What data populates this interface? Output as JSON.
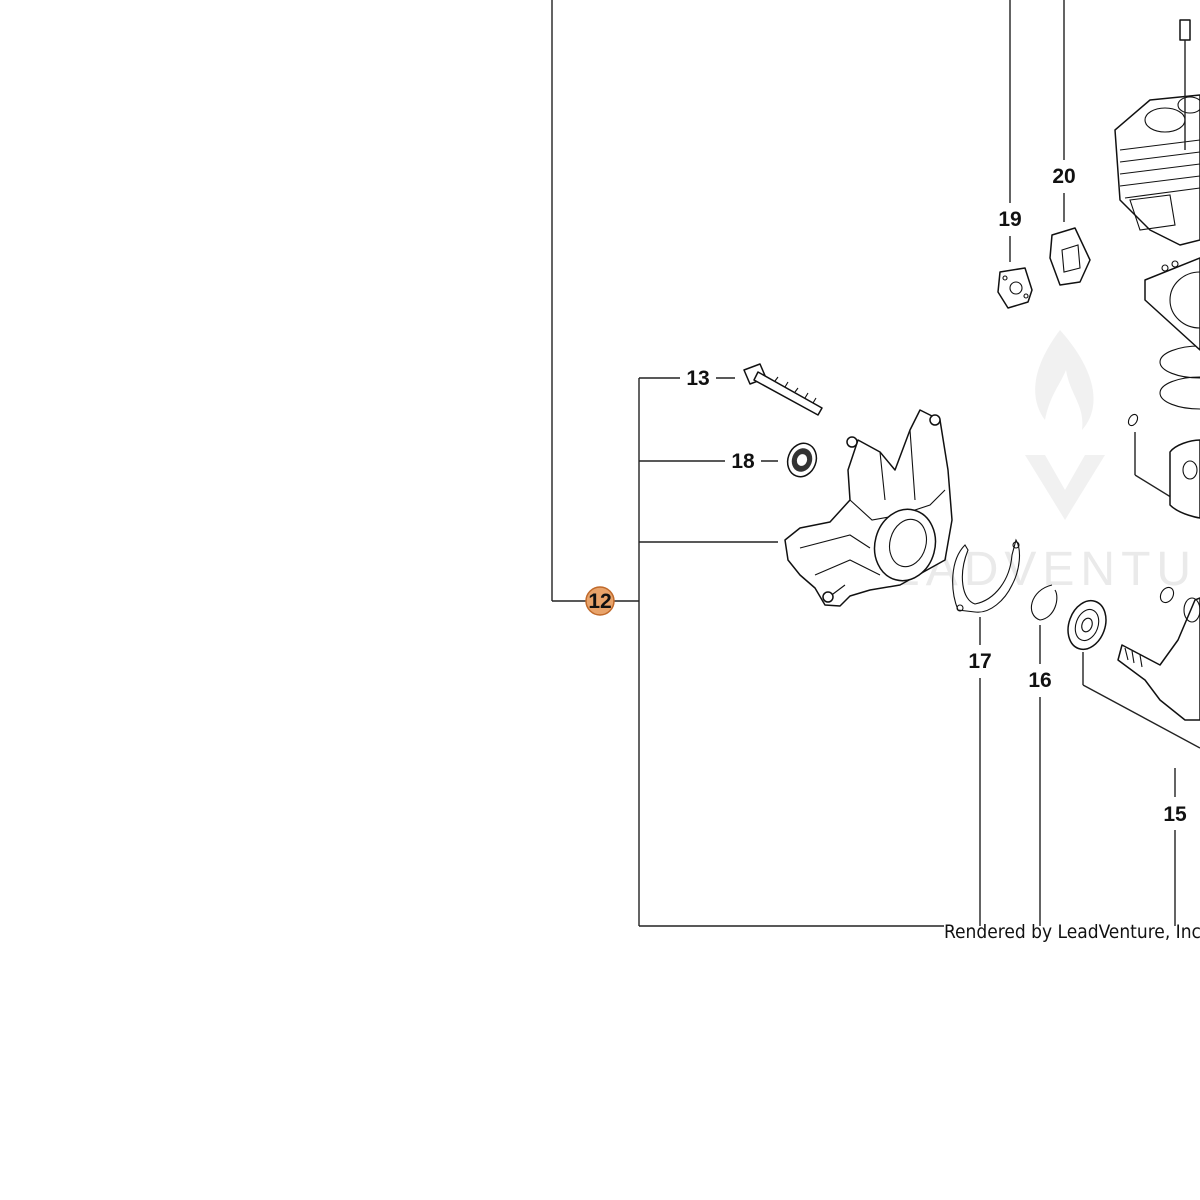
{
  "diagram": {
    "highlight_color": "#e8a36a",
    "highlight_border": "#c0692a",
    "callouts": [
      {
        "id": "12",
        "label": "12",
        "highlighted": true
      },
      {
        "id": "13",
        "label": "13"
      },
      {
        "id": "15",
        "label": "15"
      },
      {
        "id": "16",
        "label": "16"
      },
      {
        "id": "17",
        "label": "17"
      },
      {
        "id": "18",
        "label": "18"
      },
      {
        "id": "19",
        "label": "19"
      },
      {
        "id": "20",
        "label": "20"
      }
    ],
    "watermark_text": "LEADVENTURE",
    "credit": "Rendered by LeadVenture, Inc."
  }
}
